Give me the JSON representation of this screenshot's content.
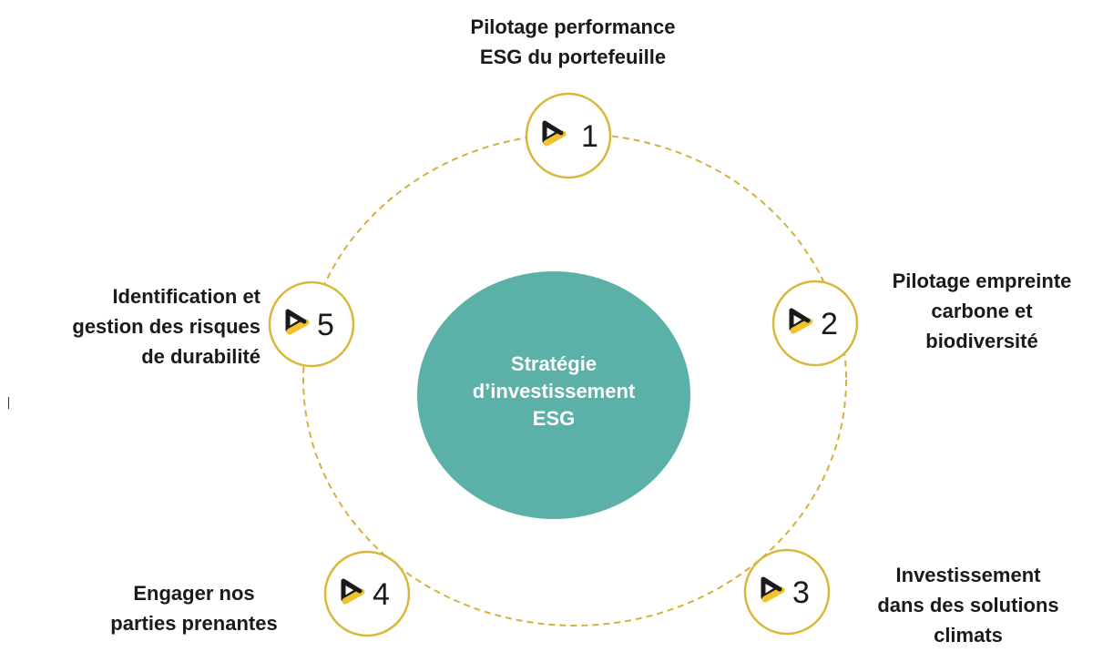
{
  "center": {
    "lines": [
      "Stratégie",
      "d’investissement",
      "ESG"
    ]
  },
  "nodes": [
    {
      "number": "1",
      "label_lines": [
        "Pilotage performance",
        "ESG du portefeuille"
      ]
    },
    {
      "number": "2",
      "label_lines": [
        "Pilotage empreinte",
        "carbone et",
        "biodiversité"
      ]
    },
    {
      "number": "3",
      "label_lines": [
        "Investissement",
        "dans des solutions",
        "climats"
      ]
    },
    {
      "number": "4",
      "label_lines": [
        "Engager nos",
        "parties prenantes"
      ]
    },
    {
      "number": "5",
      "label_lines": [
        "Identification et",
        "gestion des risques",
        "de durabilité"
      ]
    }
  ],
  "colors": {
    "center_fill": "#5bb0a8",
    "ring_stroke": "#d4b13c",
    "node_border": "#d8b73a",
    "arrow_yellow": "#f2c12e",
    "arrow_outline": "#1a1a1a"
  },
  "icons": {
    "node_icon": "chevron-arrow-icon"
  }
}
